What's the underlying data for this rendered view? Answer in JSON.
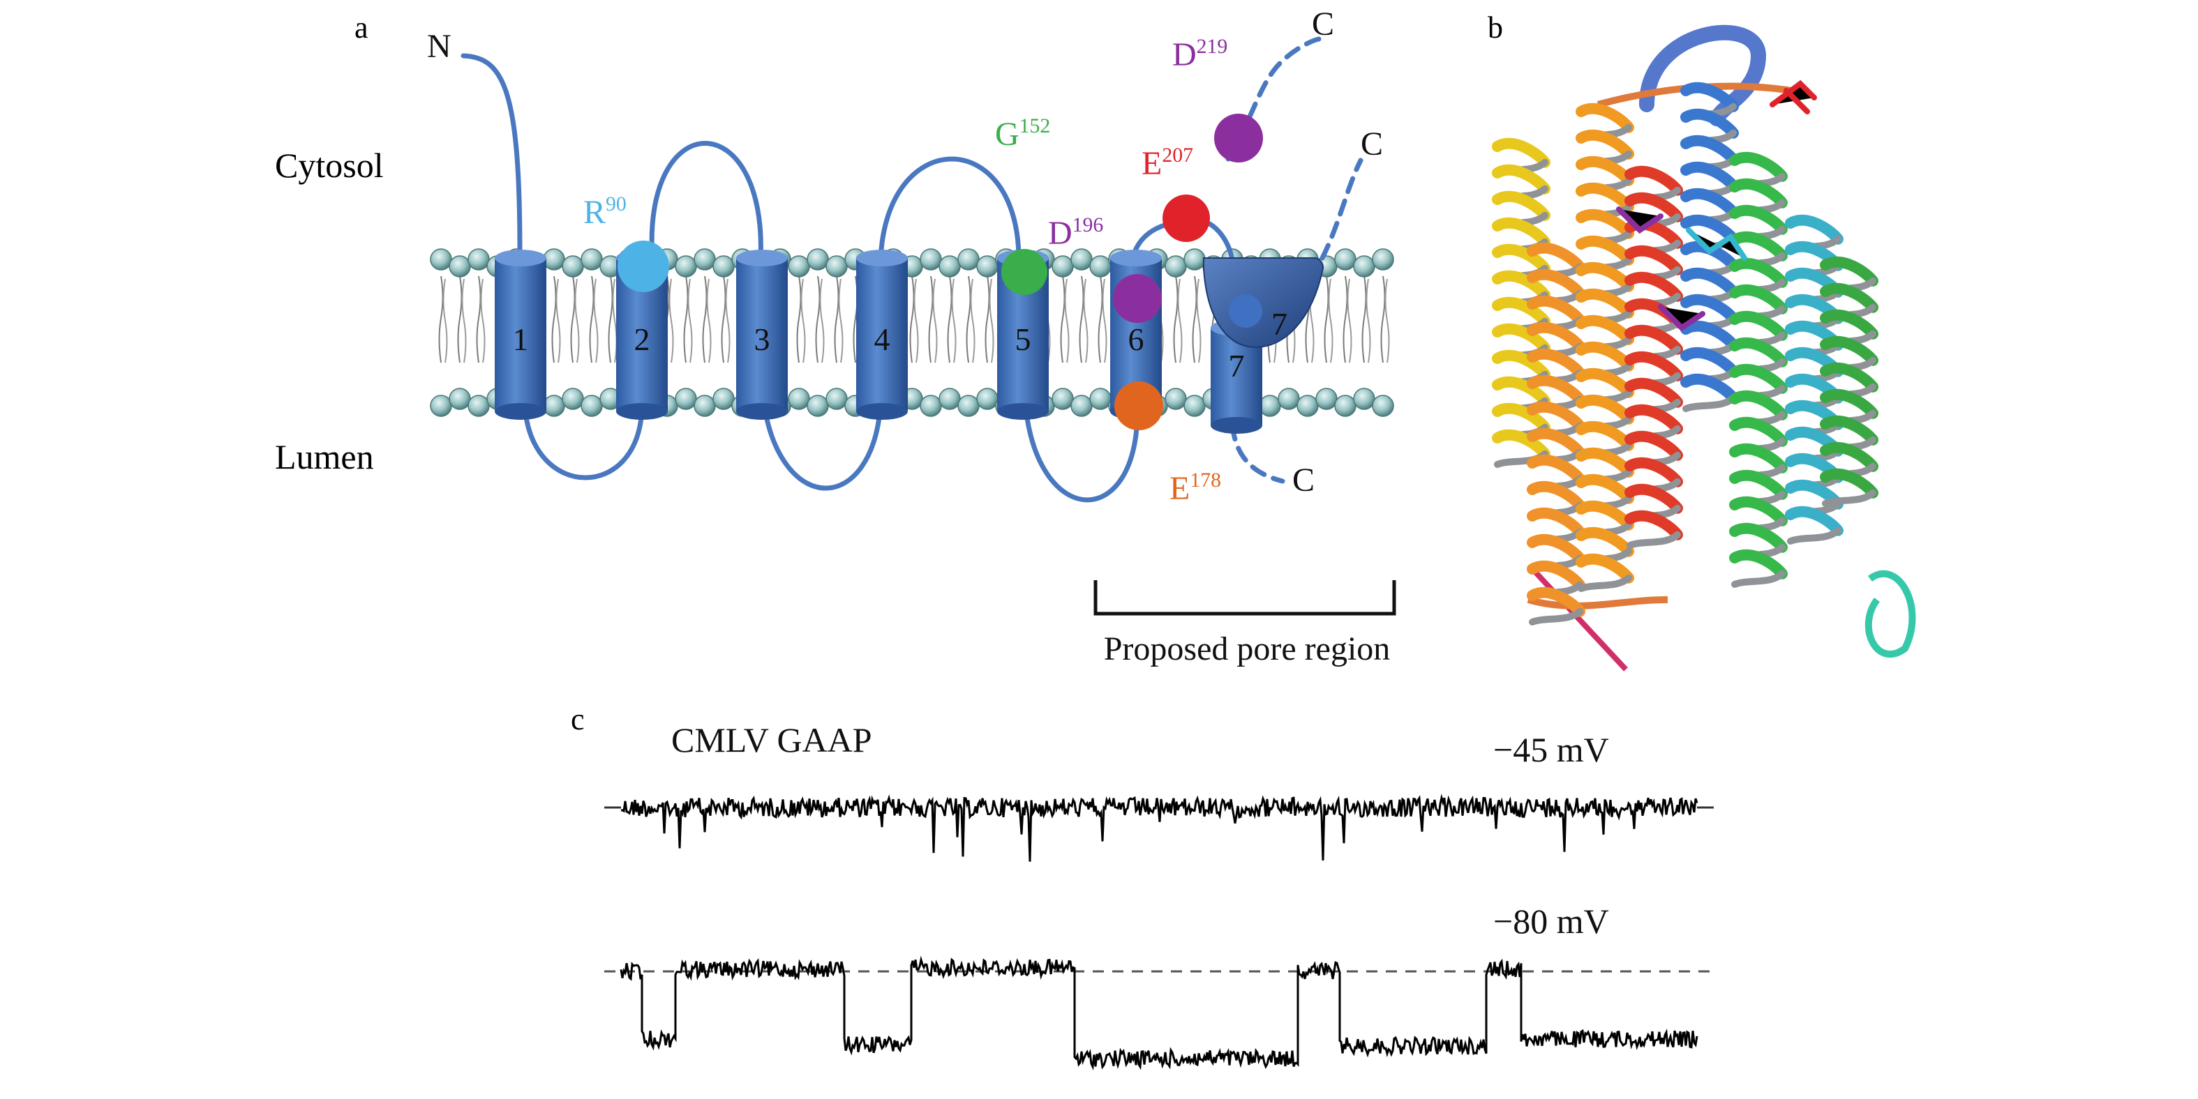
{
  "panels": {
    "a": "a",
    "b": "b",
    "c": "c"
  },
  "topology": {
    "cytosol_label": "Cytosol",
    "lumen_label": "Lumen",
    "n_terminus": "N",
    "c_terminus": "C",
    "helices": [
      "1",
      "2",
      "3",
      "4",
      "5",
      "6",
      "7",
      "7"
    ],
    "residues": [
      {
        "aa": "R",
        "num": "90",
        "color": "#4db3e6"
      },
      {
        "aa": "G",
        "num": "152",
        "color": "#3aae4a"
      },
      {
        "aa": "D",
        "num": "196",
        "color": "#8b2f9e"
      },
      {
        "aa": "E",
        "num": "207",
        "color": "#e0232a"
      },
      {
        "aa": "D",
        "num": "219",
        "color": "#8b2f9e"
      },
      {
        "aa": "E",
        "num": "178",
        "color": "#e0661f"
      }
    ],
    "pore_label": "Proposed pore region",
    "colors": {
      "helix": "#3a6cb5",
      "loop": "#4a78c0",
      "lipid_head": "#8fbcbc"
    }
  },
  "recording": {
    "title": "CMLV GAAP",
    "trace1_voltage": "−45 mV",
    "trace2_voltage": "−80 mV"
  }
}
